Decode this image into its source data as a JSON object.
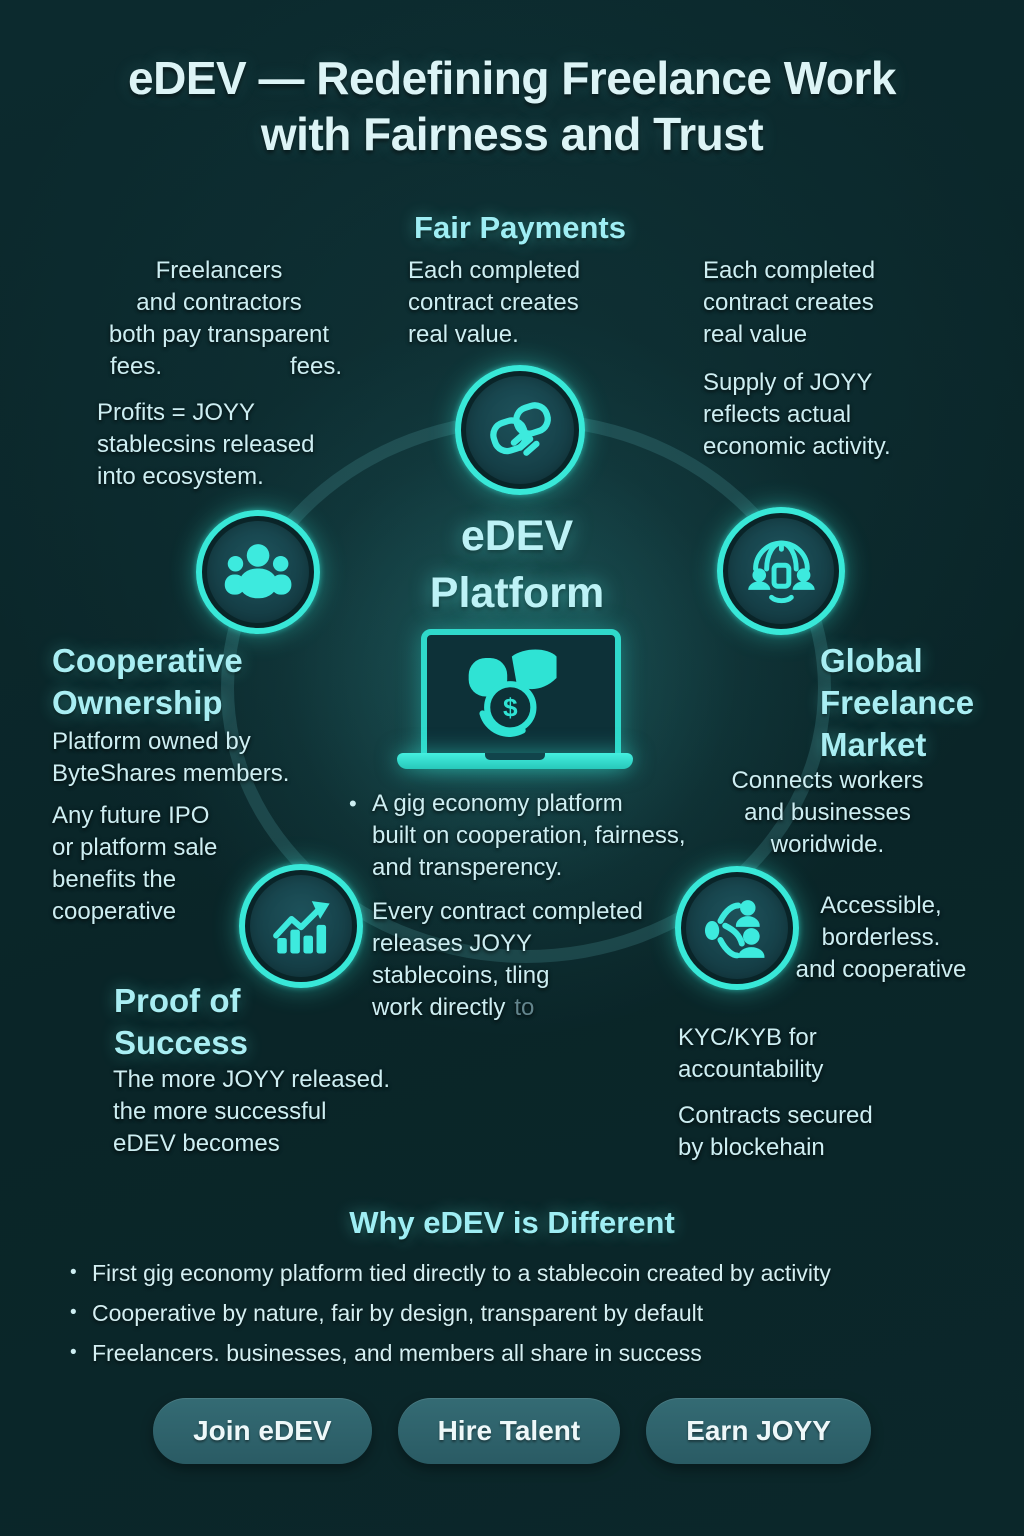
{
  "title": "eDEV — Redefining Freelance Work\nwith Fairness and Trust",
  "glyphs": {
    "bullet": "•"
  },
  "fair_payments": {
    "heading": "Fair Payments",
    "body": "Each completed\ncontract creates\nreal value."
  },
  "top_left": {
    "para1": "Freelancers\nand contractors\nboth pay transparent",
    "fees_left": "fees.",
    "fees_right": "fees.",
    "para2": "Profits = JOYY\nstablecsins released\ninto ecosystem."
  },
  "top_right": {
    "para1": "Each completed\ncontract creates\nreal value",
    "para2": "Supply of JOYY\nreflects actual\neconomic activity."
  },
  "platform": {
    "heading": "eDEV\nPlatform",
    "bullet1": "A gig economy platform\nbuilt on cooperation, fairness,\nand transperency.",
    "bullet2": "Every contract completed\nreleases JOYY\nstablecoins, tling\nwork directly",
    "bullet2_faded": "to"
  },
  "cooperative_ownership": {
    "heading": "Cooperative\nOwnership",
    "body1": "Platform owned by\nByteShares members.",
    "body2": "Any future IPO\nor platform sale\nbenefits the\ncooperative"
  },
  "global_market": {
    "heading": "Global\nFreelance\nMarket",
    "body": "Connects workers\nand businesses\nworidwide."
  },
  "proof_of_success": {
    "heading": "Proof of\nSuccess",
    "body": "The more JOYY released.\nthe more successful\neDEV becomes"
  },
  "trust": {
    "body1": "Accessible,\nborderless.\nand cooperative",
    "body2": "KYC/KYB for\naccountability",
    "body3": "Contracts secured\nby blockehain"
  },
  "why_different": {
    "heading": "Why eDEV is Different",
    "bullets": [
      "First gig economy platform tied directly to a stablecoin created by activity",
      "Cooperative by nature, fair by design, transparent by default",
      "Freelancers. businesses, and members all share in success"
    ]
  },
  "cta_buttons": [
    {
      "label": "Join eDEV"
    },
    {
      "label": "Hire Talent"
    },
    {
      "label": "Earn JOYY"
    }
  ],
  "icons": {
    "fair_payments": "handshake-icon",
    "cooperative_ownership": "people-group-icon",
    "global_market": "globe-umbrella-icon",
    "proof_of_success": "growth-chart-icon",
    "trust_network": "connected-people-icon",
    "platform": "laptop-handshake-dollar-icon"
  },
  "colors": {
    "background": "#0b272a",
    "accent": "#3deade",
    "heading": "#a9eef3",
    "body_text": "#cdeef2",
    "title": "#dcf4f6",
    "button_bg": "#2d626b",
    "button_text": "#eef8f9",
    "faded_text": "#63858d"
  }
}
